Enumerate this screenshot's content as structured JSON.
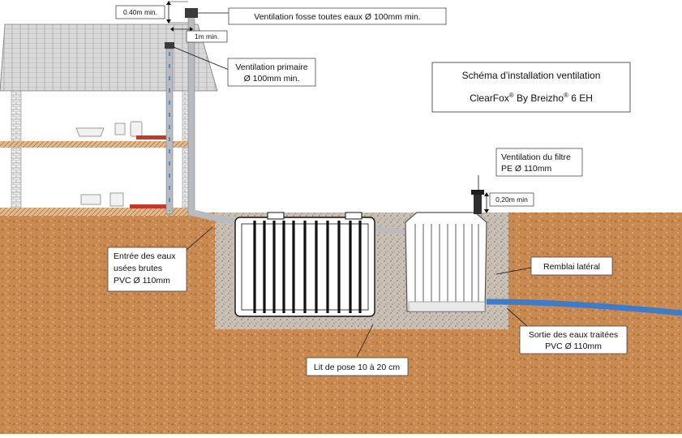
{
  "title": {
    "line1": "Schéma d’installation ventilation",
    "line2_brand": "ClearFox",
    "line2_sep": " By Breizho",
    "line2_suffix": " 6 EH",
    "reg_mark": "®"
  },
  "labels": {
    "vent_height": "0.40m min.",
    "vent_main": "Ventilation fosse toutes eaux Ø 100mm min.",
    "vent_offset": "1m min.",
    "vent_primary_l1": "Ventilation primaire",
    "vent_primary_l2": "Ø 100mm min.",
    "filter_vent_l1": "Ventilation du filtre",
    "filter_vent_l2": "PE Ø 110mm",
    "filter_height": "0,20m min",
    "inlet_l1": "Entrée des eaux",
    "inlet_l2": "usées brutes",
    "inlet_l3": "PVC Ø 110mm",
    "backfill": "Remblai latéral",
    "outlet_l1": "Sortie des eaux traitées",
    "outlet_l2": "PVC Ø 110mm",
    "bedding": "Lit de pose 10 à 20 cm"
  },
  "colors": {
    "soil": "#c98a52",
    "gravel": "#c9bfb4",
    "roof": "#d9d9d9",
    "pipe": "#b8bcc0",
    "outlet_pipe": "#3d7cc9",
    "floor": "#e2b98c",
    "fixture_red": "#c23a2a"
  }
}
